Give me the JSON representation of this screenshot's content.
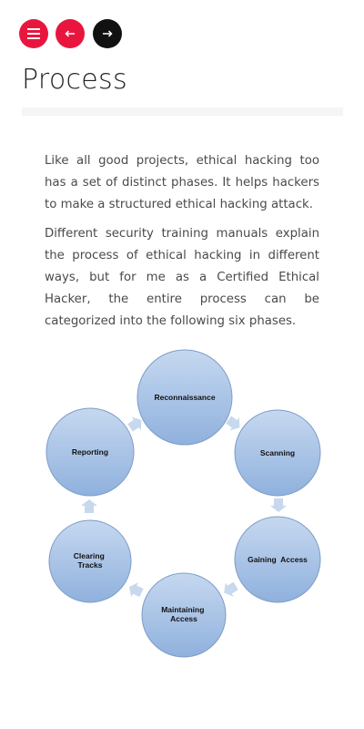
{
  "toolbar": {
    "menu_icon": "hamburger-menu-icon",
    "prev_icon": "arrow-left-icon",
    "next_icon": "arrow-right-icon",
    "accent_color": "#e8163e",
    "dark_color": "#111111"
  },
  "page": {
    "title": "Process"
  },
  "content": {
    "paragraphs": [
      "Like all good projects, ethical hacking too has a set of distinct phases. It helps hackers to make a structured ethical hacking attack.",
      "Different security training manuals explain the process of ethical hacking in different ways, but for me as a Certified Ethical Hacker, the entire process can be categorized into the following six phases."
    ]
  },
  "diagram": {
    "phases": [
      {
        "label": "Reconnaissance"
      },
      {
        "label": "Scanning"
      },
      {
        "label": "Gaining  Access"
      },
      {
        "label": "Maintaining Access"
      },
      {
        "label": "Clearing Tracks"
      },
      {
        "label": "Reporting"
      }
    ],
    "circle_fill_top": "#c6d8f0",
    "circle_fill_bottom": "#8fb1dd",
    "circle_stroke": "#7d9cc8",
    "arrow_color": "#c8d8ee"
  }
}
